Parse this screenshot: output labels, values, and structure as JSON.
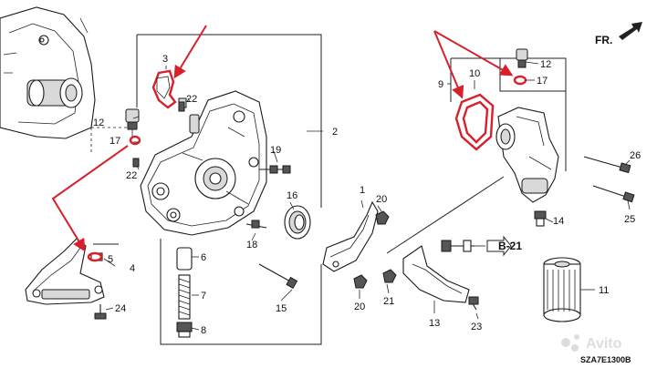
{
  "diagram": {
    "direction_marker": "FR.",
    "reference_label": "B-21",
    "drawing_code": "SZA7E1300B",
    "watermark": "Avito",
    "colors": {
      "highlight": "#d8202a",
      "line": "#1a1a1a",
      "shade": "#d9d9d9"
    },
    "labels": {
      "p1": "1",
      "p2": "2",
      "p3": "3",
      "p4": "4",
      "p5": "5",
      "p6": "6",
      "p7": "7",
      "p8": "8",
      "p9": "9",
      "p10": "10",
      "p11": "11",
      "p12a": "12",
      "p12b": "12",
      "p13": "13",
      "p14": "14",
      "p15": "15",
      "p16": "16",
      "p17a": "17",
      "p17b": "17",
      "p18": "18",
      "p19": "19",
      "p20a": "20",
      "p20b": "20",
      "p21": "21",
      "p22a": "22",
      "p22b": "22",
      "p23": "23",
      "p24": "24",
      "p25": "25",
      "p26": "26"
    }
  }
}
